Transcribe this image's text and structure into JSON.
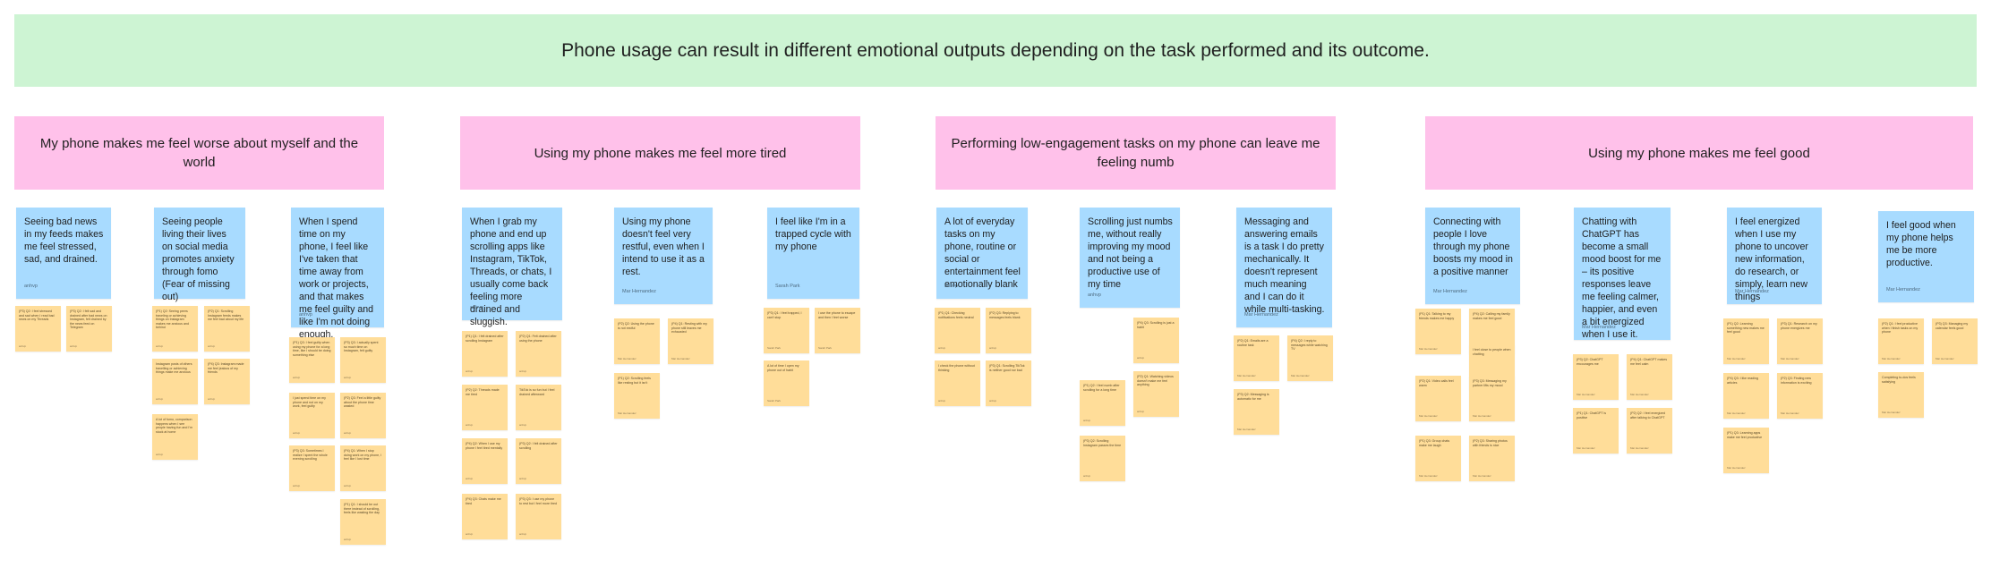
{
  "banner": {
    "title": "Phone usage can result in different emotional outputs depending on the task performed and its outcome."
  },
  "clusters": [
    {
      "title": "My phone makes me feel worse about myself and the world",
      "insights": [
        {
          "text": "Seeing bad news in my feeds makes me feel stressed, sad, and drained.",
          "author": "anhvp"
        },
        {
          "text": "Seeing people living their lives on social media promotes anxiety through fomo (Fear of missing out)",
          "author": ""
        },
        {
          "text": "When I spend time on my phone, I feel like I've taken that time away from work or projects, and that makes me feel guilty and like I'm not doing enough.",
          "author": "anhvp"
        }
      ]
    },
    {
      "title": "Using my phone makes me feel more tired",
      "insights": [
        {
          "text": "When I grab my phone and end up scrolling apps like Instagram, TikTok, Threads, or chats, I usually come back feeling more drained and sluggish.",
          "author": "anhvp"
        },
        {
          "text": "Using my phone doesn't feel very restful, even when I intend to use it as a rest.",
          "author": "Mar Hernandez"
        },
        {
          "text": "I feel like I'm in a trapped cycle with my phone",
          "author": "Sarah Park"
        }
      ]
    },
    {
      "title": "Performing low-engagement tasks on my phone can leave me feeling numb",
      "insights": [
        {
          "text": "A lot of everyday tasks on my phone, routine or social or entertainment feel emotionally blank",
          "author": "anhvp"
        },
        {
          "text": "Scrolling just numbs me, without really improving my mood and not being a productive use of my time",
          "author": "anhvp"
        },
        {
          "text": "Messaging and answering emails is a task I do pretty mechanically. It doesn't represent much meaning and I can do it while multi-tasking.",
          "author": "Mar Hernandez"
        }
      ]
    },
    {
      "title": "Using my phone makes me feel good",
      "insights": [
        {
          "text": "Connecting with people I love through my phone boosts my mood in a positive manner",
          "author": "Mar Hernandez"
        },
        {
          "text": "Chatting with ChatGPT has become a small mood boost for me – its positive responses leave me feeling calmer, happier, and even a bit energized when I use it.",
          "author": "Mar Hernandez"
        },
        {
          "text": "I feel energized when I use my phone to uncover new information, do research, or simply, learn new things",
          "author": "Mar Hernandez"
        },
        {
          "text": "I feel good when my phone helps me be more productive.",
          "author": "Mar Hernandez"
        }
      ]
    }
  ],
  "notes": [
    {
      "text": "(P3) Q2: I feel stressed and sad when I read bad news on my Threads",
      "author": "anhvp"
    },
    {
      "text": "(P3) Q2: I felt sad and drained after bad news on Instagram, felt drained by the news feed on Telegram",
      "author": "anhvp"
    },
    {
      "text": "(P1) Q2: Seeing peers traveling or achieving things on Instagram makes me anxious and behind",
      "author": "anhvp"
    },
    {
      "text": "(P2) Q1: Scrolling Instagram feeds makes me feel bad about my life",
      "author": "anhvp"
    },
    {
      "text": "Instagram posts of others travelling or achieving things make me anxious",
      "author": "anhvp"
    },
    {
      "text": "(P4) Q3: Instagram made me feel jealous of my friends",
      "author": "anhvp"
    },
    {
      "text": "A lot of fomo, comparison happens when I see people having fun and I'm stuck at home",
      "author": "anhvp"
    },
    {
      "text": "(P1) Q3: I feel guilty when using my phone for a long time, like I should be doing something else",
      "author": "anhvp"
    },
    {
      "text": "(P3) Q3: I actually spent so much time on Instagram, felt guilty",
      "author": "anhvp"
    },
    {
      "text": "I just spend time on my phone and not on my work, feel guilty",
      "author": "anhvp"
    },
    {
      "text": "(P2) Q3: Feel a little guilty about the phone time wasted",
      "author": "anhvp"
    },
    {
      "text": "(P3) Q3: Sometimes I realize I spent the whole evening scrolling",
      "author": "anhvp"
    },
    {
      "text": "(P4) Q1: When I stop doing work on my phone, I feel like I lost time",
      "author": "anhvp"
    },
    {
      "text": "(P1) Q1: I should be out there instead of scrolling, feels like wasting the day",
      "author": "anhvp"
    },
    {
      "text": "(P1) Q1: I felt drained after scrolling Instagram",
      "author": "anhvp"
    },
    {
      "text": "(P2) Q1: Felt drained after using the phone",
      "author": "anhvp"
    },
    {
      "text": "(P2) Q2: Threads made me tired",
      "author": "anhvp"
    },
    {
      "text": "TikTok is so fun but I feel drained afterward",
      "author": "anhvp"
    },
    {
      "text": "(P4) Q2: When I use my phone I feel tired mentally",
      "author": "anhvp"
    },
    {
      "text": "(P3) Q2: I felt drained after scrolling",
      "author": "anhvp"
    },
    {
      "text": "(P4) Q3: Chats make me tired",
      "author": "anhvp"
    },
    {
      "text": "(P3) Q3: I use my phone to rest but I feel more tired",
      "author": "anhvp"
    },
    {
      "text": "(P2) Q2: Using the phone is not restful",
      "author": "Mar Hernandez"
    },
    {
      "text": "(P4) Q1: Resting with my phone still leaves me exhausted",
      "author": "Mar Hernandez"
    },
    {
      "text": "(P1) Q2: Scrolling feels like resting but it isn't",
      "author": "Mar Hernandez"
    },
    {
      "text": "(P3) Q1: I feel trapped, I can't stop",
      "author": "Sarah Park"
    },
    {
      "text": "I use the phone to escape and then I feel worse",
      "author": "Sarah Park"
    },
    {
      "text": "A lot of time I open my phone out of habit",
      "author": "Sarah Park"
    },
    {
      "text": "(P1) Q1: Checking notifications feels neutral",
      "author": "anhvp"
    },
    {
      "text": "(P2) Q3: Replying to messages feels blank",
      "author": "anhvp"
    },
    {
      "text": "I check the phone without thinking",
      "author": "anhvp"
    },
    {
      "text": "(P3) Q1: Scrolling TikTok is neither good nor bad",
      "author": "anhvp"
    },
    {
      "text": "(P4) Q3: Scrolling is just a habit",
      "author": "anhvp"
    },
    {
      "text": "(P1) Q2: I feel numb after scrolling for a long time",
      "author": "anhvp"
    },
    {
      "text": "(P2) Q1: Watching videos doesn't make me feel anything",
      "author": "anhvp"
    },
    {
      "text": "(P3) Q2: Scrolling Instagram passes the time",
      "author": "anhvp"
    },
    {
      "text": "(P2) Q1: Emails are a routine task",
      "author": "Mar Hernandez"
    },
    {
      "text": "(P4) Q2: I reply to messages while watching TV",
      "author": "Mar Hernandez"
    },
    {
      "text": "(P3) Q2: Messaging is automatic for me",
      "author": "Mar Hernandez"
    },
    {
      "text": "(P1) Q1: Talking to my friends makes me happy",
      "author": "Mar Hernandez"
    },
    {
      "text": "(P4) Q2: Calling my family makes me feel good",
      "author": "Mar Hernandez"
    },
    {
      "text": "I feel close to people when chatting",
      "author": "Mar Hernandez"
    },
    {
      "text": "(P2) Q1: Video calls feel warm",
      "author": "Mar Hernandez"
    },
    {
      "text": "(P3) Q3: Messaging my partner lifts my mood",
      "author": "Mar Hernandez"
    },
    {
      "text": "(P1) Q3: Group chats make me laugh",
      "author": "Mar Hernandez"
    },
    {
      "text": "(P2) Q3: Sharing photos with friends is nice",
      "author": "Mar Hernandez"
    },
    {
      "text": "(P3) Q2: ChatGPT encourages me",
      "author": "Mar Hernandez"
    },
    {
      "text": "(P4) Q1: ChatGPT makes me feel calm",
      "author": "Mar Hernandez"
    },
    {
      "text": "(P1) Q1: ChatGPT is positive",
      "author": "Mar Hernandez"
    },
    {
      "text": "(P2) Q2: I feel energized after talking to ChatGPT",
      "author": "Mar Hernandez"
    },
    {
      "text": "(P1) Q2: Learning something new makes me feel good",
      "author": "Mar Hernandez"
    },
    {
      "text": "(P3) Q1: Research on my phone energizes me",
      "author": "Mar Hernandez"
    },
    {
      "text": "(P4) Q3: I like reading articles",
      "author": "Mar Hernandez"
    },
    {
      "text": "(P2) Q3: Finding new information is exciting",
      "author": "Mar Hernandez"
    },
    {
      "text": "(P1) Q3: Learning apps make me feel productive",
      "author": "Mar Hernandez"
    },
    {
      "text": "(P2) Q1: I feel productive when I finish tasks on my phone",
      "author": "Mar Hernandez"
    },
    {
      "text": "(P3) Q3: Managing my calendar feels good",
      "author": "Mar Hernandez"
    },
    {
      "text": "Completing to-dos feels satisfying",
      "author": "Mar Hernandez"
    }
  ]
}
